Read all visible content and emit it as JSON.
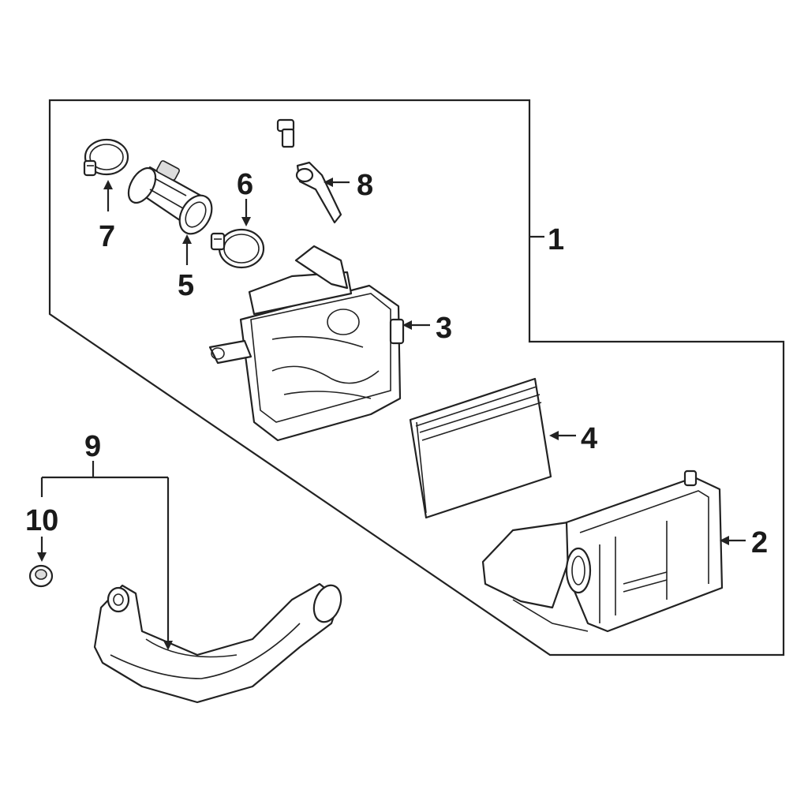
{
  "diagram": {
    "callouts": [
      {
        "id": "1",
        "label": "1"
      },
      {
        "id": "2",
        "label": "2"
      },
      {
        "id": "3",
        "label": "3"
      },
      {
        "id": "4",
        "label": "4"
      },
      {
        "id": "5",
        "label": "5"
      },
      {
        "id": "6",
        "label": "6"
      },
      {
        "id": "7",
        "label": "7"
      },
      {
        "id": "8",
        "label": "8"
      },
      {
        "id": "9",
        "label": "9"
      },
      {
        "id": "10",
        "label": "10"
      }
    ],
    "parts": [
      {
        "callout": "2",
        "icon": "air-cleaner-lower-housing"
      },
      {
        "callout": "3",
        "icon": "air-cleaner-upper-cover"
      },
      {
        "callout": "4",
        "icon": "air-filter-element"
      },
      {
        "callout": "5",
        "icon": "mass-airflow-sensor"
      },
      {
        "callout": "6",
        "icon": "hose-clamp"
      },
      {
        "callout": "7",
        "icon": "hose-clamp"
      },
      {
        "callout": "8",
        "icon": "sensor-with-bolt"
      },
      {
        "callout": "9",
        "icon": "air-intake-duct"
      },
      {
        "callout": "10",
        "icon": "retainer-nut"
      }
    ]
  }
}
